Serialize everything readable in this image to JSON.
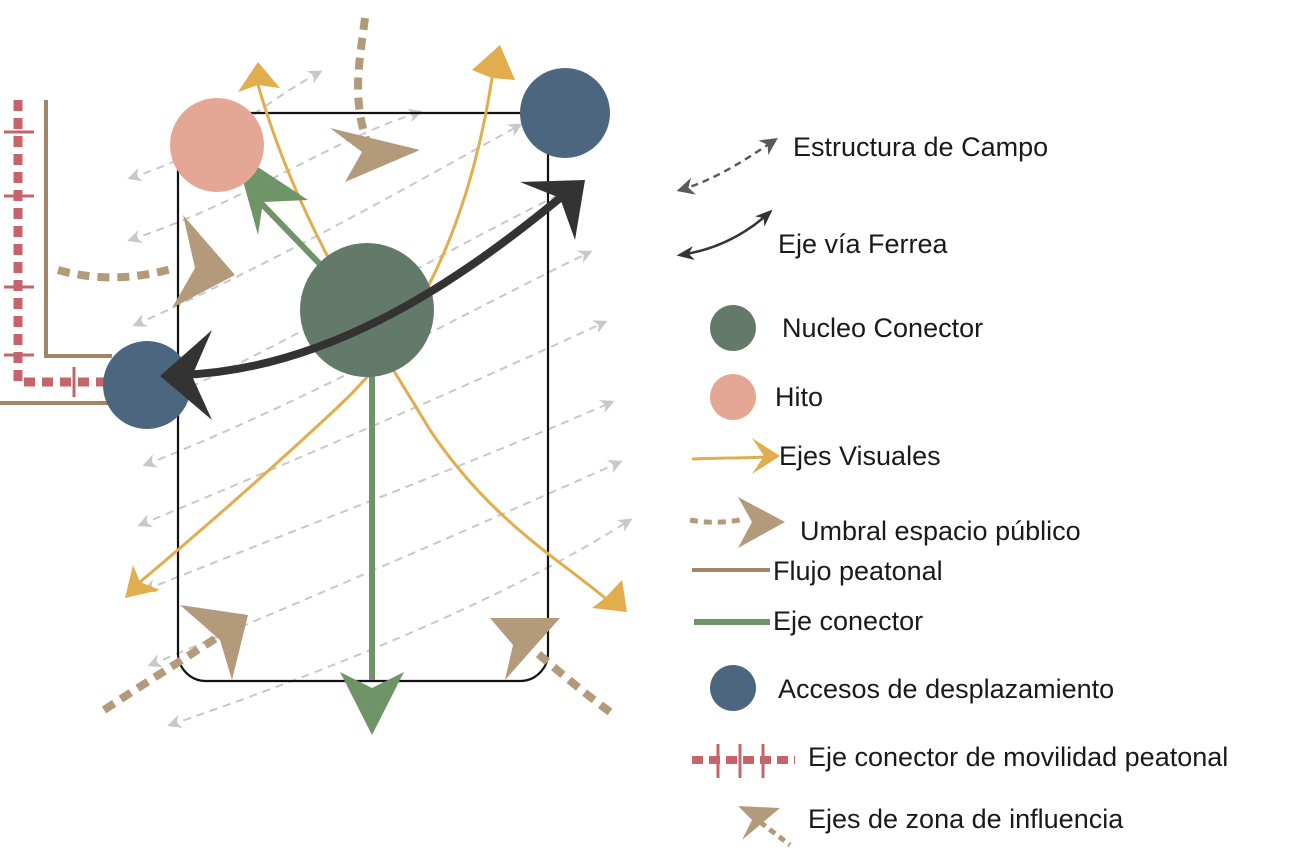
{
  "colors": {
    "field_structure": "#c8c8c8",
    "field_structure_legend": "#5a5a5a",
    "rail_axis": "#333333",
    "connector_core": "#637a6b",
    "landmark": "#e5a795",
    "visual_axes": "#e1ad4d",
    "public_threshold": "#b39a7b",
    "pedestrian_flow": "#a38467",
    "connector_axis": "#6f9468",
    "access_points": "#4d6680",
    "pedestrian_mobility_axis": "#c4646b",
    "influence_axes": "#b39a7b",
    "block_outline": "#111111"
  },
  "legend": {
    "items": [
      {
        "id": "field_structure",
        "label": "Estructura de Campo"
      },
      {
        "id": "rail_axis",
        "label": "Eje vía Ferrea"
      },
      {
        "id": "connector_core",
        "label": "Nucleo Conector"
      },
      {
        "id": "landmark",
        "label": "Hito"
      },
      {
        "id": "visual_axes",
        "label": "Ejes Visuales"
      },
      {
        "id": "public_threshold",
        "label": "Umbral espacio público"
      },
      {
        "id": "pedestrian_flow",
        "label": "Flujo peatonal"
      },
      {
        "id": "connector_axis",
        "label": "Eje conector"
      },
      {
        "id": "access_points",
        "label": "Accesos de desplazamiento"
      },
      {
        "id": "pedestrian_mobility_axis",
        "label": "Eje conector de movilidad peatonal"
      },
      {
        "id": "influence_axes",
        "label": "Ejes de zona de influencia"
      }
    ]
  }
}
